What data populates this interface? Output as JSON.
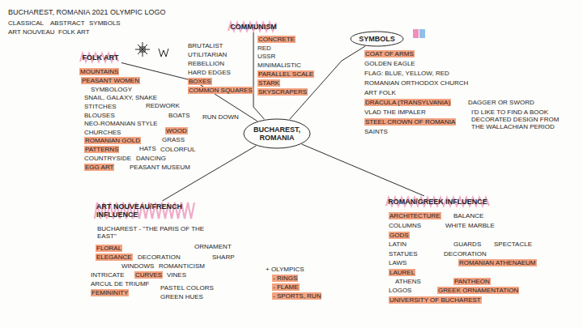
{
  "diagram": {
    "title": "BUCHAREST, ROMANIA 2021 OLYMPIC LOGO",
    "nodes": [
      {
        "text": [
          "FOLK ART"
        ]
      },
      {
        "text": [
          "COMMUNISM"
        ]
      },
      {
        "text": [
          "SYMBOLS"
        ]
      },
      {
        "text": [
          "BUCHAREST, ROMANIA"
        ]
      },
      {
        "text": [
          "ART NOUVEAU/FRENCH INFLUENCE"
        ]
      },
      {
        "text": [
          "ROMAN/GREEK INFLUENCE"
        ]
      }
    ],
    "edges": [
      {
        "from": 3,
        "to": 0,
        "arrow": "none"
      },
      {
        "from": 3,
        "to": 1,
        "arrow": "none"
      },
      {
        "from": 3,
        "to": 2,
        "arrow": "none"
      },
      {
        "from": 3,
        "to": 4,
        "arrow": "none"
      },
      {
        "from": 3,
        "to": 5,
        "arrow": "none"
      }
    ],
    "labels": [
      "CLASSICAL",
      "ABSTRACT",
      "SYMBOLS",
      "ART NOUVEAU",
      "FOLK ART",
      "MOUNTAINS",
      "PEASANT WOMEN",
      "SYMBOLOGY",
      "SNAIL, GALAXY, SNAKE",
      "STITCHES",
      "REDWORK",
      "BLOUSES",
      "BOATS",
      "NEO-ROMANIAN STYLE",
      "CHURCHES",
      "WOOD",
      "ROMANIAN GOLD",
      "GRASS",
      "HATS",
      "PATTERNS",
      "COLORFUL",
      "COUNTRYSIDE",
      "DANCING",
      "EGG ART",
      "PEASANT MUSEUM",
      "BRUTALIST",
      "UTILITARIAN",
      "REBELLION",
      "HARD EDGES",
      "BOXES",
      "COMMON SQUARES",
      "RUN DOWN",
      "CONCRETE",
      "RED",
      "USSR",
      "MINIMALISTIC",
      "PARALLEL SCALE",
      "STARK",
      "SKYSCRAPERS",
      "COAT OF ARMS",
      "GOLDEN EAGLE",
      "FLAG: BLUE, YELLOW, RED",
      "ROMANIAN ORTHODOX CHURCH",
      "ART FOLK",
      "DRACULA (TRANSYLVANIA)",
      "DAGGER OR SWORD",
      "VLAD THE IMPALER",
      "STEEL CROWN OF ROMANIA",
      "SAINTS",
      "I'D LIKE TO FIND A BOOK DECORATED DESIGN FROM THE WALLACHIAN PERIOD",
      "BUCHAREST - \"THE PARIS OF THE EAST\"",
      "FLORAL",
      "ELEGANCE",
      "DECORATION",
      "ORNAMENT",
      "WINDOWS",
      "ROMANTICISM",
      "SHARP",
      "INTRICATE",
      "CURVES",
      "VINES",
      "ARCUL DE TRIUMF",
      "PASTEL COLORS",
      "FEMININITY",
      "GREEN HUES",
      "+ OLYMPICS",
      "- RINGS",
      "- FLAME",
      "- SPORTS, RUN",
      "ARCHITECTURE",
      "BALANCE",
      "COLUMNS",
      "WHITE MARBLE",
      "GODS",
      "LATIN",
      "GUARDS",
      "SPECTACLE",
      "STATUES",
      "DECORATION",
      "LAWS",
      "ROMANIAN ATHENAEUM",
      "LAUREL",
      "ATHENS",
      "PANTHEON",
      "LOGOS",
      "GREEK ORNAMENTATION",
      "UNIVERSITY OF BUCHAREST"
    ]
  }
}
